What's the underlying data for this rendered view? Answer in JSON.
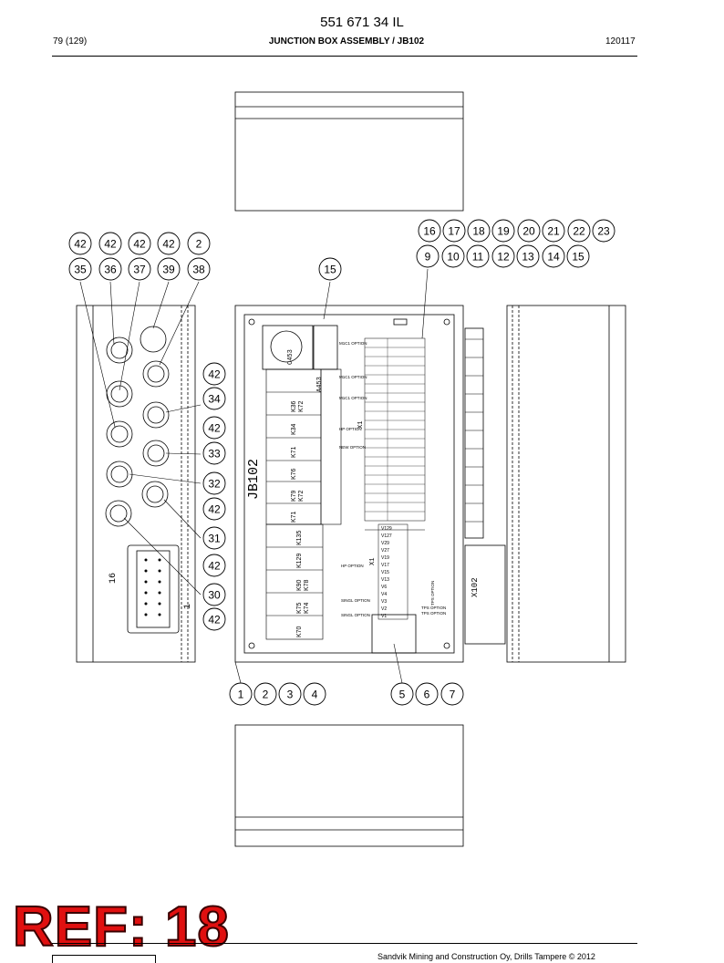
{
  "header": {
    "doc_number": "551 671 34 IL",
    "page": "79 (129)",
    "title": "JUNCTION BOX ASSEMBLY / JB102",
    "date": "120117"
  },
  "drawing": {
    "box_label": "JB102",
    "side_label": "X102",
    "connector_label_left": "16",
    "connector_label_right": "1",
    "component_c453": "C453",
    "component_a453": "A453",
    "strip_x1_top": "X1",
    "strip_x1_bottom": "X1",
    "relays": [
      "K135",
      "K129",
      "K90",
      "K78",
      "K75",
      "K74",
      "K70"
    ],
    "relays_upper": [
      "K36",
      "K72",
      "K34",
      "K71",
      "K76",
      "K79",
      "K72",
      "K71"
    ],
    "notes": [
      "M1C1 OPTION",
      "M1C1 OPTION",
      "M1C1 OPTION",
      "HP OPTION",
      "NEW OPTION",
      "HP OPTION",
      "SINGL OPTION",
      "SINGL OPTION",
      "TPS OPTION",
      "TPS OPTION",
      "TPS OPTION"
    ],
    "v_labels": [
      "V129",
      "V127",
      "V29",
      "V27",
      "V19",
      "V17",
      "V15",
      "V13",
      "V6",
      "V4",
      "V3",
      "V2",
      "V1"
    ]
  },
  "callouts": {
    "row_top": [
      "42",
      "42",
      "42",
      "42",
      "2"
    ],
    "row_second": [
      "35",
      "36",
      "37",
      "39",
      "38"
    ],
    "item_15": "15",
    "right_top": [
      "16",
      "17",
      "18",
      "19",
      "20",
      "21",
      "22",
      "23"
    ],
    "right_second": [
      "9",
      "10",
      "11",
      "12",
      "13",
      "14",
      "15"
    ],
    "column": [
      "42",
      "34",
      "42",
      "33",
      "32",
      "42",
      "31",
      "42",
      "30",
      "42"
    ],
    "bottom_left": [
      "1",
      "2",
      "3",
      "4"
    ],
    "bottom_right": [
      "5",
      "6",
      "7"
    ]
  },
  "footer": {
    "ref": "REF: 18",
    "copyright": "Sandvik Mining and Construction Oy, Drills Tampere © 2012"
  }
}
